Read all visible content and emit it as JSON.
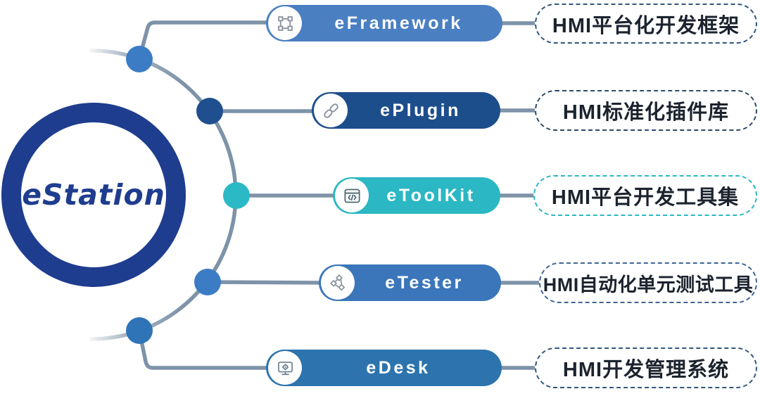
{
  "hub": {
    "label": "eStation",
    "color": "#1f3d8e"
  },
  "connector_color": "#7e93a8",
  "rows": [
    {
      "name": "eFramework",
      "label": "eFramework",
      "description": "HMI平台化开发框架",
      "icon": "frame-select-icon",
      "pill_color": "#4a7fc2",
      "dot_color": "#3b7cc4",
      "box_border_color": "#31577d"
    },
    {
      "name": "ePlugin",
      "label": "ePlugin",
      "description": "HMI标准化插件库",
      "icon": "chain-link-icon",
      "pill_color": "#1d4e8c",
      "dot_color": "#1f4f8e",
      "box_border_color": "#2d4a68"
    },
    {
      "name": "eToolKit",
      "label": "eToolKit",
      "description": "HMI平台开发工具集",
      "icon": "code-window-icon",
      "pill_color": "#2bb7c3",
      "dot_color": "#2cb9c6",
      "box_border_color": "#2bb7c3"
    },
    {
      "name": "eTester",
      "label": "eTester",
      "description": "HMI自动化单元测试工具",
      "icon": "nodes-icon",
      "pill_color": "#3b76ba",
      "dot_color": "#3b7cc4",
      "box_border_color": "#3d6594"
    },
    {
      "name": "eDesk",
      "label": "eDesk",
      "description": "HMI开发管理系统",
      "icon": "monitor-gear-icon",
      "pill_color": "#2d74ae",
      "dot_color": "#2f74b6",
      "box_border_color": "#31577d"
    }
  ]
}
